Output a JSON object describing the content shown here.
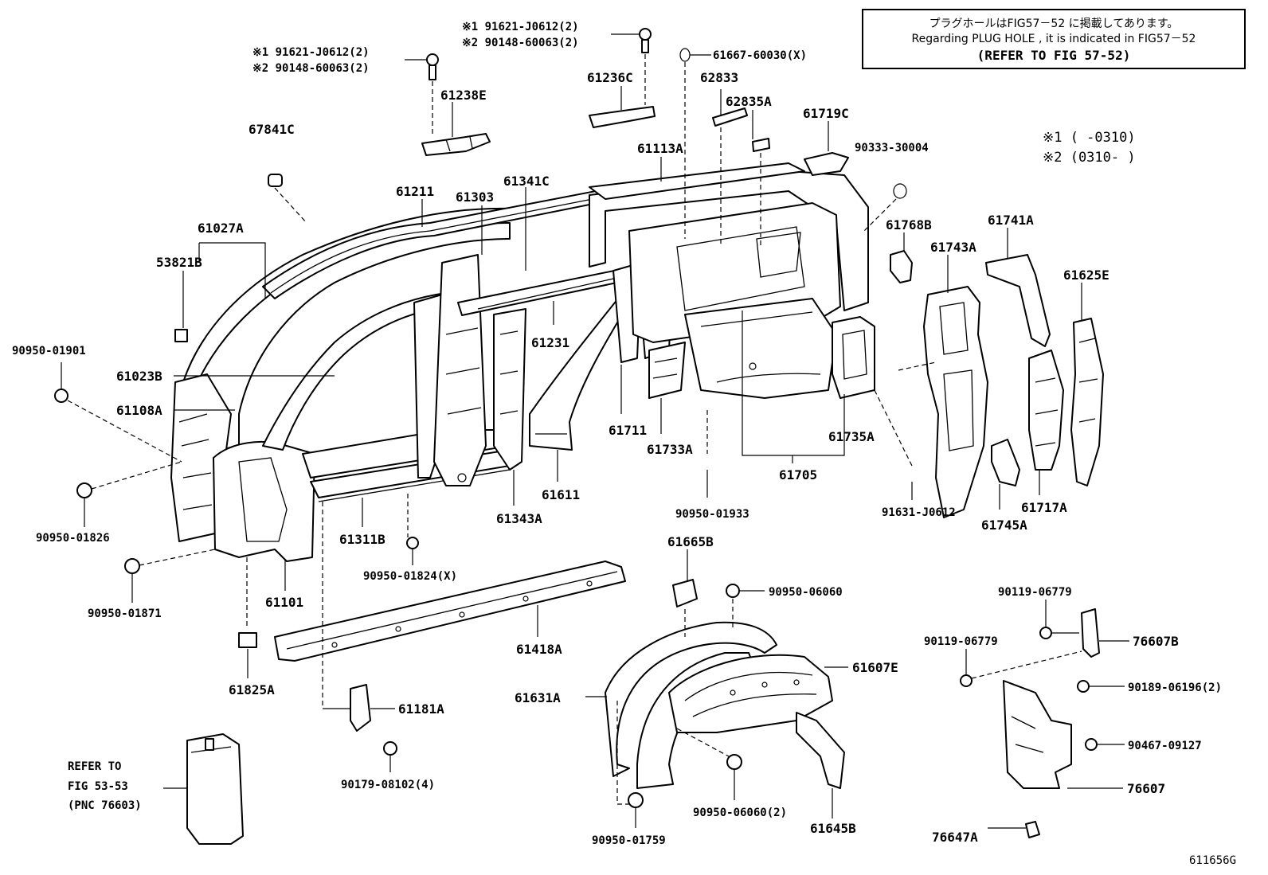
{
  "note": {
    "line1": "プラグホールはFIG57－52 に掲載してあります。",
    "line2": "Regarding  PLUG HOLE , it is  indicated  in  FIG57－52",
    "line3": "(REFER TO FIG 57-52)"
  },
  "legend": {
    "l1": "※1 (        -0310)",
    "l2": "※2 (0310-        )"
  },
  "refer": {
    "line1": "REFER TO",
    "line2": "FIG 53-53",
    "line3": "(PNC 76603)"
  },
  "figure_id": "611656G",
  "labels": {
    "p1a": "※1 91621-J0612(2)",
    "p1b": "※2 90148-60063(2)",
    "p2a": "※1 91621-J0612(2)",
    "p2b": "※2 90148-60063(2)",
    "p61667": "61667-60030(X)",
    "p61236C": "61236C",
    "p61238E": "61238E",
    "p62833": "62833",
    "p62835A": "62835A",
    "p61719C": "61719C",
    "p67841C": "67841C",
    "p61113A": "61113A",
    "p90333": "90333-30004",
    "p61211": "61211",
    "p61303": "61303",
    "p61341C": "61341C",
    "p61027A": "61027A",
    "p53821B": "53821B",
    "p61768B": "61768B",
    "p61741A": "61741A",
    "p61743A": "61743A",
    "p61625E": "61625E",
    "p90950_01901": "90950-01901",
    "p61231": "61231",
    "p61023B": "61023B",
    "p61108A": "61108A",
    "p61711": "61711",
    "p61733A": "61733A",
    "p61735A": "61735A",
    "p61705": "61705",
    "p61611": "61611",
    "p61343A": "61343A",
    "p90950_01933": "90950-01933",
    "p91631": "91631-J0612",
    "p61745A": "61745A",
    "p61717A": "61717A",
    "p90950_01826": "90950-01826",
    "p61311B": "61311B",
    "p61665B": "61665B",
    "p90950_01824": "90950-01824(X)",
    "p61101": "61101",
    "p90950_06060": "90950-06060",
    "p90119a": "90119-06779",
    "p90950_01871": "90950-01871",
    "p90119b": "90119-06779",
    "p76607B": "76607B",
    "p61418A": "61418A",
    "p61607E": "61607E",
    "p90189": "90189-06196(2)",
    "p61825A": "61825A",
    "p61631A": "61631A",
    "p61181A": "61181A",
    "p90467": "90467-09127",
    "p76607": "76607",
    "p90179": "90179-08102(4)",
    "p90950_06060b": "90950-06060(2)",
    "p61645B": "61645B",
    "p76647A": "76647A",
    "p90950_01759": "90950-01759"
  }
}
